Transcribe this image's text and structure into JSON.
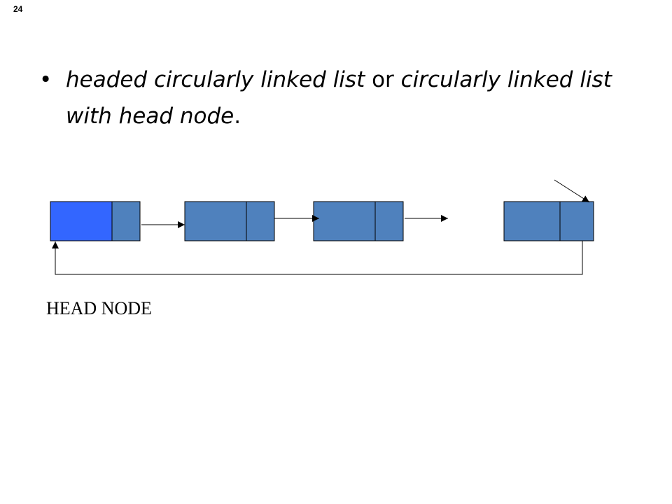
{
  "slide": {
    "number": "24"
  },
  "bullet": {
    "part1": "headed circularly linked list",
    "part2": " or ",
    "part3": "circularly linked list with head node",
    "part4": "."
  },
  "diagram": {
    "head_label": "HEAD NODE",
    "colors": {
      "head_data_fill": "#3366ff",
      "node_fill": "#4f81bd",
      "stroke": "#000000"
    }
  }
}
